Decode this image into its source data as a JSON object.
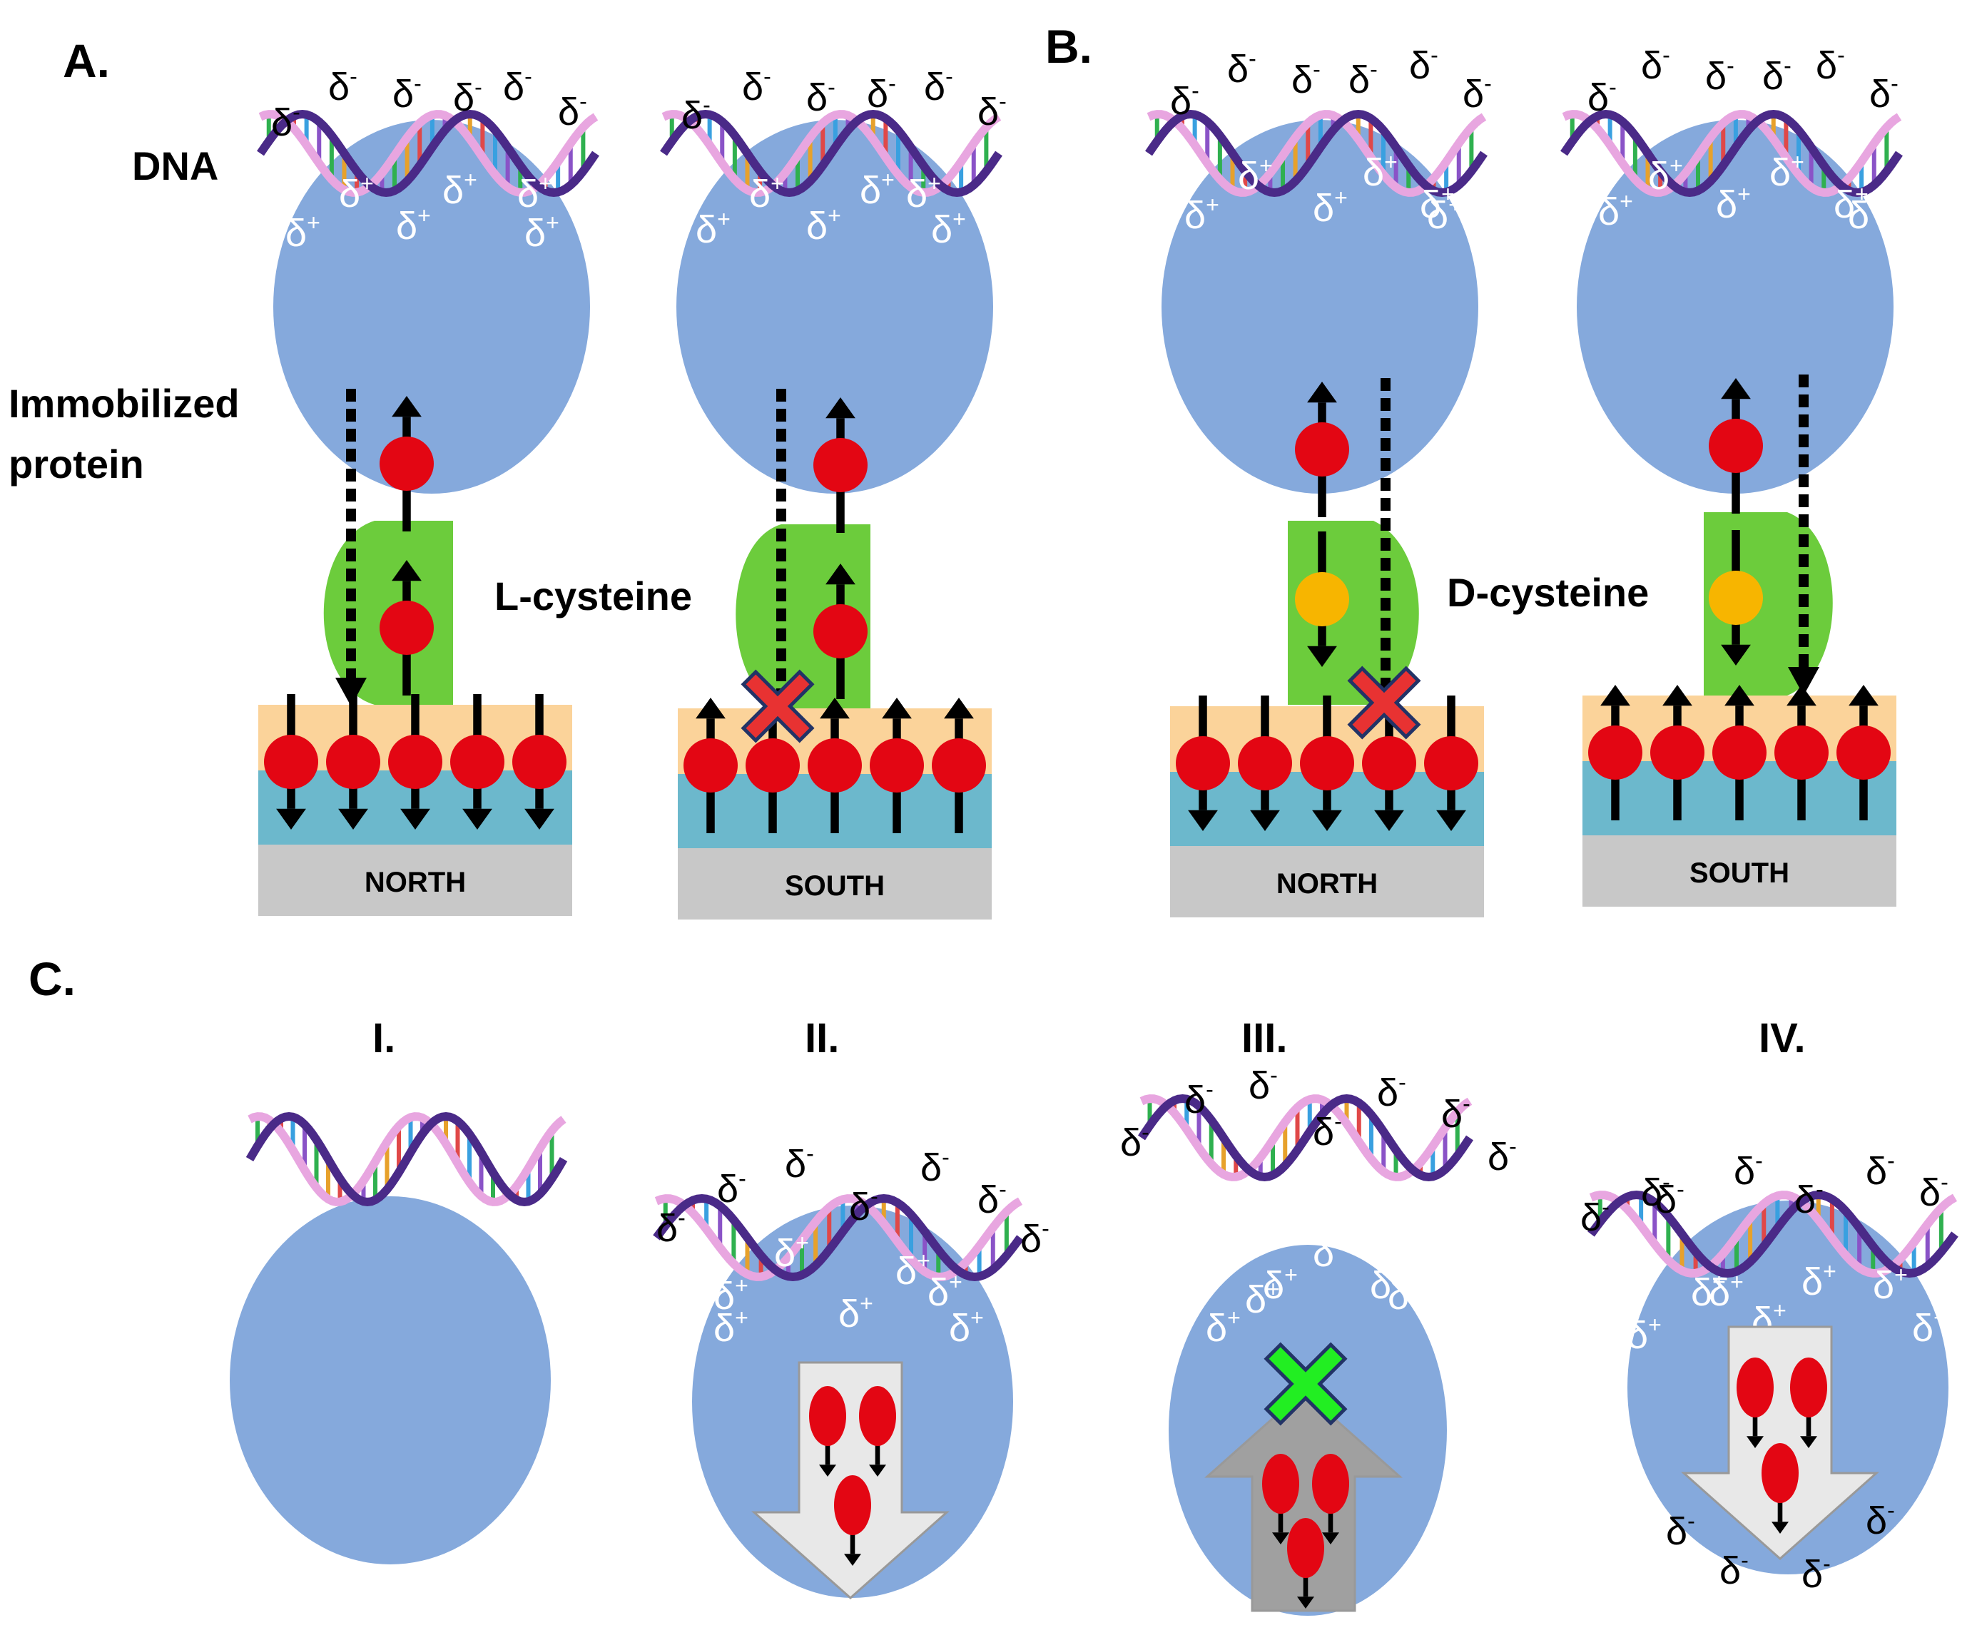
{
  "panels": {
    "a": "A.",
    "b": "B.",
    "c": "C."
  },
  "labels": {
    "dna": "DNA",
    "protein_line1": "Immobilized",
    "protein_line2": "protein",
    "l_cysteine": "L-cysteine",
    "d_cysteine": "D-cysteine"
  },
  "poles": {
    "north": "NORTH",
    "south": "SOUTH"
  },
  "stages": [
    "I.",
    "II.",
    "III.",
    "IV."
  ],
  "charges": {
    "negative": "δ",
    "positive": "δ",
    "neg_sign": "-",
    "pos_sign": "+"
  },
  "colors": {
    "protein": "#85a9dc",
    "linker": "#6ccc3c",
    "electron": "#e30613",
    "electron_d": "#f7b500",
    "layer_top": "#fbd39a",
    "layer_bottom": "#6cb8cc",
    "substrate": "#c8c8c8",
    "blocked_x": "#e83232",
    "allowed_x": "#22ee22",
    "dna_strand_1": "#e8a6e0",
    "dna_strand_2": "#4a2a88"
  }
}
